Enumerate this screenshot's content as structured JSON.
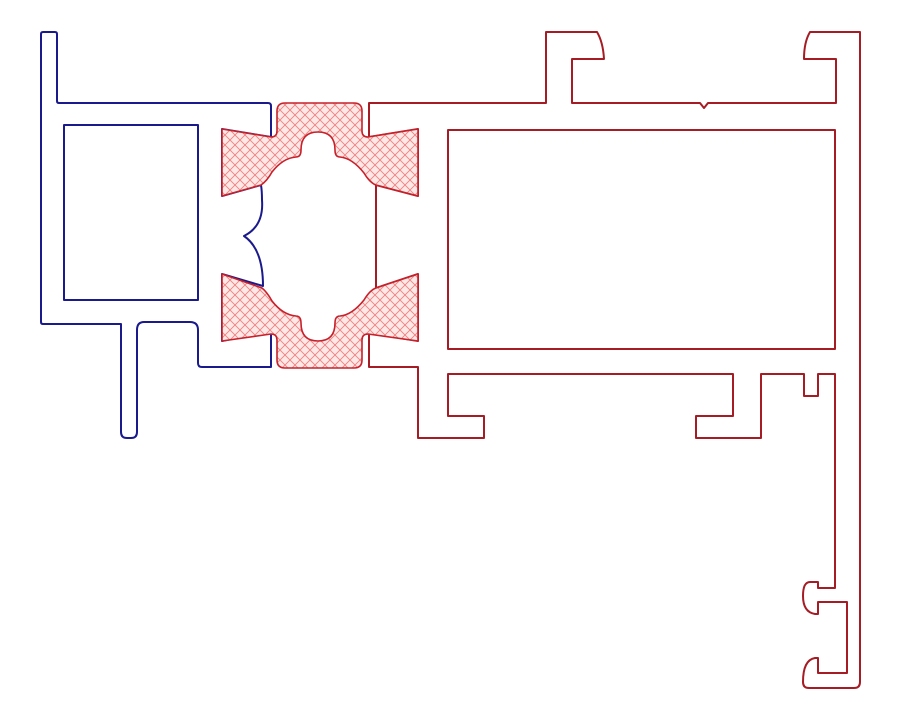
{
  "diagram": {
    "type": "profile-cross-section",
    "colors": {
      "background": "#ffffff",
      "left_profile": "#1a1a8c",
      "right_profile": "#a61c24",
      "thermal_break_outline": "#c8202a",
      "thermal_break_hatch": "#f08080",
      "thermal_break_fill": "#fde8e8"
    },
    "parts": [
      {
        "id": "left-profile",
        "label": ""
      },
      {
        "id": "right-profile",
        "label": ""
      },
      {
        "id": "thermal-break-upper",
        "label": ""
      },
      {
        "id": "thermal-break-lower",
        "label": ""
      }
    ]
  }
}
